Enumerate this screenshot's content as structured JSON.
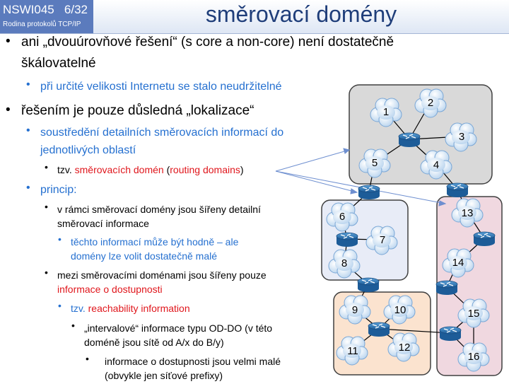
{
  "header": {
    "course_code": "NSWI045",
    "page_number": "6/32",
    "course_name": "Rodina protokolů TCP/IP",
    "title": "směrovací domény"
  },
  "colors": {
    "header_box": "#5b7bbd",
    "title": "#1f3e7a",
    "level2_text": "#2570d0",
    "highlight": "#e0161c",
    "domain_top_fill": "#d9d9d9",
    "domain_left_fill": "#e8ecf7",
    "domain_bottom_fill": "#fbe3cf",
    "domain_right_fill": "#f0d8e0"
  },
  "bullets": {
    "b1": {
      "line1": "ani „dvouúrovňové řešení“ (s core a non-core) není dostatečně",
      "line2": "škálovatelné"
    },
    "b1_1": {
      "text": "při určité velikosti Internetu se stalo neudržitelné"
    },
    "b2": {
      "text": "řešením je pouze důsledná „lokalizace“"
    },
    "b2_1": {
      "line1": "soustředění detailních směrovacích informací do",
      "line2": "jednotlivých oblastí"
    },
    "b2_1_1": {
      "prefix": "tzv. ",
      "term": "směrovacích domén",
      "open": " (",
      "term_en": "routing domains",
      "close": ")"
    },
    "b2_2": {
      "text": "princip:"
    },
    "b2_2_1": {
      "line1": "v rámci směrovací domény jsou šířeny detailní",
      "line2": "směrovací informace"
    },
    "b2_2_1_1": {
      "line1": "těchto informací může být hodně – ale",
      "line2": "domény lze volit dostatečně malé"
    },
    "b2_2_2": {
      "line1": "mezi směrovacími doménami jsou šířeny pouze",
      "line2": "informace o dostupnosti"
    },
    "b2_2_2_1": {
      "prefix": "tzv. ",
      "term": "reachability information"
    },
    "b2_2_2_1_1": {
      "line1": "„intervalové“ informace typu OD-DO (v této",
      "line2": "doméně jsou sítě od A/x do B/y)"
    },
    "b2_2_2_1_1_1": {
      "line1": "informace o dostupnosti jsou velmi malé",
      "line2": "(obvykle jen síťové prefixy)"
    }
  },
  "diagram": {
    "clouds": [
      "1",
      "2",
      "3",
      "4",
      "5",
      "6",
      "7",
      "8",
      "9",
      "10",
      "11",
      "12",
      "13",
      "14",
      "15",
      "16"
    ],
    "icons": [
      "router-icon",
      "cloud-icon"
    ]
  }
}
